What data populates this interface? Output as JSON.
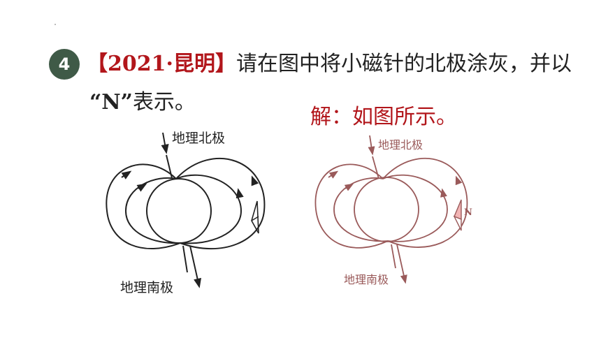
{
  "question": {
    "number": "4",
    "source": "【2021·昆明】",
    "text_line1": "请在图中将小磁针的北极涂灰，并以",
    "text_line2_symbol": "“N”",
    "text_line2_rest": "表示。"
  },
  "answer": {
    "text": "解：如图所示。"
  },
  "figure_left": {
    "north_label": "地理北极",
    "south_label": "地理南极"
  },
  "figure_right": {
    "north_label": "地理北极",
    "south_label": "地理南极",
    "needle_label": "N"
  },
  "colors": {
    "badge": "#3f5a47",
    "highlight_red": "#b2161b",
    "answer_line": "#9a5a5a",
    "needle_fill": "#f2b5b5"
  }
}
